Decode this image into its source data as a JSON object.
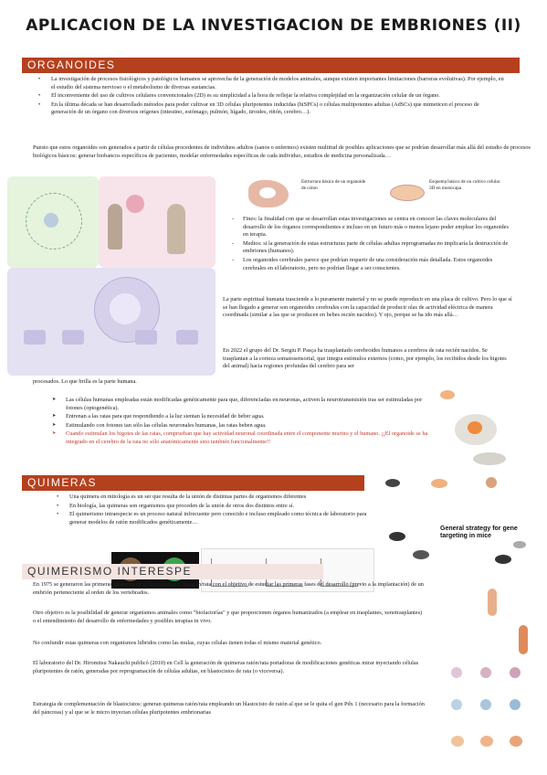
{
  "title": "APLICACION DE LA INVESTIGACION DE EMBRIONES (II)",
  "sections": {
    "organoides": "ORGANOIDES",
    "quimeras": "QUIMERAS",
    "quimerismo": "QUIMERISMO INTERESPE"
  },
  "org_bullets": [
    "La investigación de procesos fisiológicos y patológicos humanos se aprovecha de la generación de modelos animales, aunque existen importantes limitaciones (barreras evolutivas). Por ejemplo, en el estudio del sistema nervioso o el metabolismo de diversas sustancias.",
    "El inconveniente del uso de cultivos celulares convencionales (2D) es su simplicidad a la hora de reflejar la relativa complejidad en la organización celular de un órgano.",
    "En la última década se han desarrollado métodos para poder cultivar en 3D células pluripotentes inducidas (hiSPCs) o células multipotentes adultas (AdSCs) que mimeticen el proceso de generación de un órgano con diversos orígenes (intestino, estómago, pulmón, hígado, tiroides, riñón, cerebro…)."
  ],
  "org_para": "Puesto que estos organoides son generados a partir de células procedentes de individuos adultos (sanos o enfermos) existen multitud de posibles aplicaciones que se podrían desarrollar más allá del estudio de procesos biológicos básicos: generar biobancos específicos de pacientes, modelar enfermedades específicas de cada individuo, estudios de medicina personalizada…",
  "fig_labels": {
    "mouse": "Estructura básica de un organoide de colon",
    "dish": "Esquema básico de un cultivo celular 3D en monocapa"
  },
  "dash_items": [
    "Fines: la finalidad con que se desarrollan estas investigaciones se centra en conocer las claves moleculares del desarrollo de los órganos correspondientes e incluso en un futuro más o menos lejano poder emplear los organoides en terapia.",
    "Medios: si la generación de estas estructuras parte de células adultas reprogramadas no implicaría la destrucción de embriones (humanos).",
    "Los organoides cerebrales parece que podrían requerir de una consideración más detallada. Estos organoides cerebrales en el laboratorio, pero no podrían llegar a ser conscientes."
  ],
  "para2": "La parte espiritual humana trasciende a lo puramente material y no se puede reproducir en una placa de cultivo. Pero lo que sí se han llegado a generar son organoides cerebrales con la capacidad de producir olas de actividad eléctrica de manera coordinada (similar a las que se producen en bebes recién nacidos). Y ojo, porque se ha ido más allá…",
  "para3a": "En 2022 el grupo del Dr. Sergiu P. Pasça ha trasplantado cerebroides humanos a cerebros de rata recién nacidos. Se trasplantan a la corteza somatosensorial, que integra estímulos externos (como, por ejemplo, los recibidos desde los bigotes del animal) hacia regiones profundas del cerebro para ser",
  "para3b": "procesados. Lo que brilla es la parte humana.",
  "arrow_items": [
    "Las células humanas empleadas están modificadas genéticamente para que, diferenciadas en neuronas, activen la neurotransmisión tras ser estimuladas por fotones (optogenética).",
    "Entrenan a las ratas para que respondiendo a la luz sientan la necesidad de beber agua.",
    "Estimulando con fotones tan sólo las células neuronales humanas, las ratas beben agua.",
    "Cuando estimulan los bigotes de las ratas, comprueban que hay actividad neuronal coordinada entre el componente murino y el humano. ¡¡El organoide se ha integrado en el cerebro de la rata no sólo anatómicamente sino también funcionalmente!!"
  ],
  "quim_bullets": [
    "Una quimera en mitología es un ser que resulta de la unión de distintas partes de organismos diferentes",
    "En biología, las quimeras son organismos que proceden de la unión de otros dos distintos entre sí.",
    "El quimerismo intraespecie es un proceso natural infrecuente pero conocido e incluso empleado como técnica de laboratorio para generar modelos de ratón modificados genéticamente…"
  ],
  "mice_caption": "General strategy for gene targeting in mice",
  "inter_paras": [
    "En 1975 se generaron las primeras quimeras de pollo/codorniz y de ratón/rata con el objetivo de estudiar las primeras fases del desarrollo (previo a la implantación) de un embrión perteneciente al orden de los vertebrados.",
    "Otro objetivo es la posibilidad de generar organismos animales como \"biofactorías\" y que proporcionen órganos humanizados (a emplear en trasplantes, xenotrasplantes) o el entendimiento del desarrollo de enfermedades y posibles terapias in vivo.",
    "No confundir estas quimeras con organismos híbridos como las mulas, cuyas células tienen todas el mismo material genético.",
    "El laboratorio del Dr. Hiromitsu Nakauchi publicó (2010) en Cell la generación de quimeras ratón/rata portadoras de modificaciones genéticas mirar inyectando células pluripotentes de ratón, generadas por reprogramación de células adultas, en blastocistos de rata (o viceversa).",
    "Estrategia de complementación de blastocistos: generan quimeras ratón/rata empleando un blastocisto de ratón al que se le quita el gen Pdx 1 (necesario para la formación del páncreas) y al que se le micro inyectan células pluripotentes embrionarias"
  ],
  "colors": {
    "banner": "#b5401e",
    "red": "#c0392b",
    "light": "#f3e4e1"
  }
}
